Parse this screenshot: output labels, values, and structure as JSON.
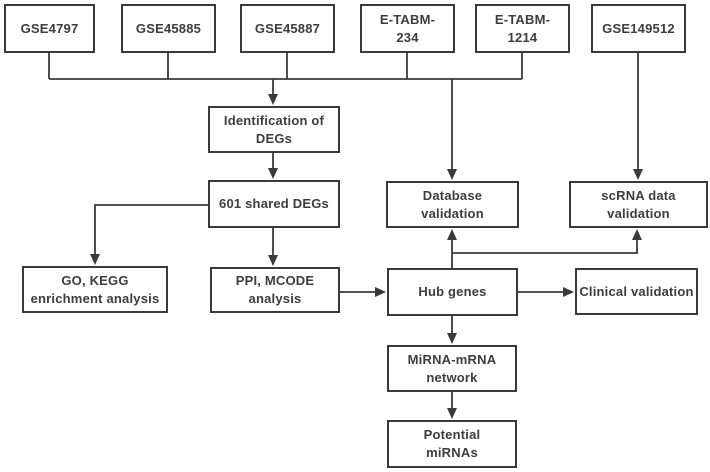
{
  "figure": {
    "type": "flowchart",
    "background_color": "#ffffff",
    "box_fill_color": "#ffffff",
    "box_border_color": "#3a3a3a",
    "line_color": "#3a3a3a",
    "text_color": "#3d3d3d"
  },
  "nodes": {
    "gse4797": {
      "label": "GSE4797"
    },
    "gse45885": {
      "label": "GSE45885"
    },
    "gse45887": {
      "label": "GSE45887"
    },
    "etabm234": {
      "label": "E-TABM-\n234"
    },
    "etabm1214": {
      "label": "E-TABM-\n1214"
    },
    "gse149512": {
      "label": "GSE149512"
    },
    "identification": {
      "label": "Identification of\nDEGs"
    },
    "shared": {
      "label": "601 shared DEGs"
    },
    "gokegg": {
      "label": "GO, KEGG\nenrichment analysis"
    },
    "ppi": {
      "label": "PPI, MCODE\nanalysis"
    },
    "hub": {
      "label": "Hub genes"
    },
    "database": {
      "label": "Database\nvalidation"
    },
    "scrna": {
      "label": "scRNA data\nvalidation"
    },
    "clinical": {
      "label": "Clinical validation"
    },
    "mirna": {
      "label": "MiRNA-mRNA\nnetwork"
    },
    "potential": {
      "label": "Potential\nmiRNAs"
    }
  },
  "edges": [
    {
      "from": "GSE4797",
      "to": "Identification of DEGs"
    },
    {
      "from": "GSE45885",
      "to": "Identification of DEGs"
    },
    {
      "from": "GSE45887",
      "to": "Identification of DEGs"
    },
    {
      "from": "E-TABM-234",
      "to": "Identification of DEGs"
    },
    {
      "from": "E-TABM-1214",
      "to": "Identification of DEGs"
    },
    {
      "from": "dataset bus",
      "to": "Database validation"
    },
    {
      "from": "GSE149512",
      "to": "scRNA data validation"
    },
    {
      "from": "Identification of DEGs",
      "to": "601 shared DEGs"
    },
    {
      "from": "601 shared DEGs",
      "to": "GO, KEGG enrichment analysis"
    },
    {
      "from": "601 shared DEGs",
      "to": "PPI, MCODE analysis"
    },
    {
      "from": "PPI, MCODE analysis",
      "to": "Hub genes"
    },
    {
      "from": "Hub genes",
      "to": "Database validation"
    },
    {
      "from": "Hub genes",
      "to": "scRNA data validation"
    },
    {
      "from": "Hub genes",
      "to": "Clinical validation"
    },
    {
      "from": "Hub genes",
      "to": "MiRNA-mRNA network"
    },
    {
      "from": "MiRNA-mRNA network",
      "to": "Potential miRNAs"
    }
  ]
}
